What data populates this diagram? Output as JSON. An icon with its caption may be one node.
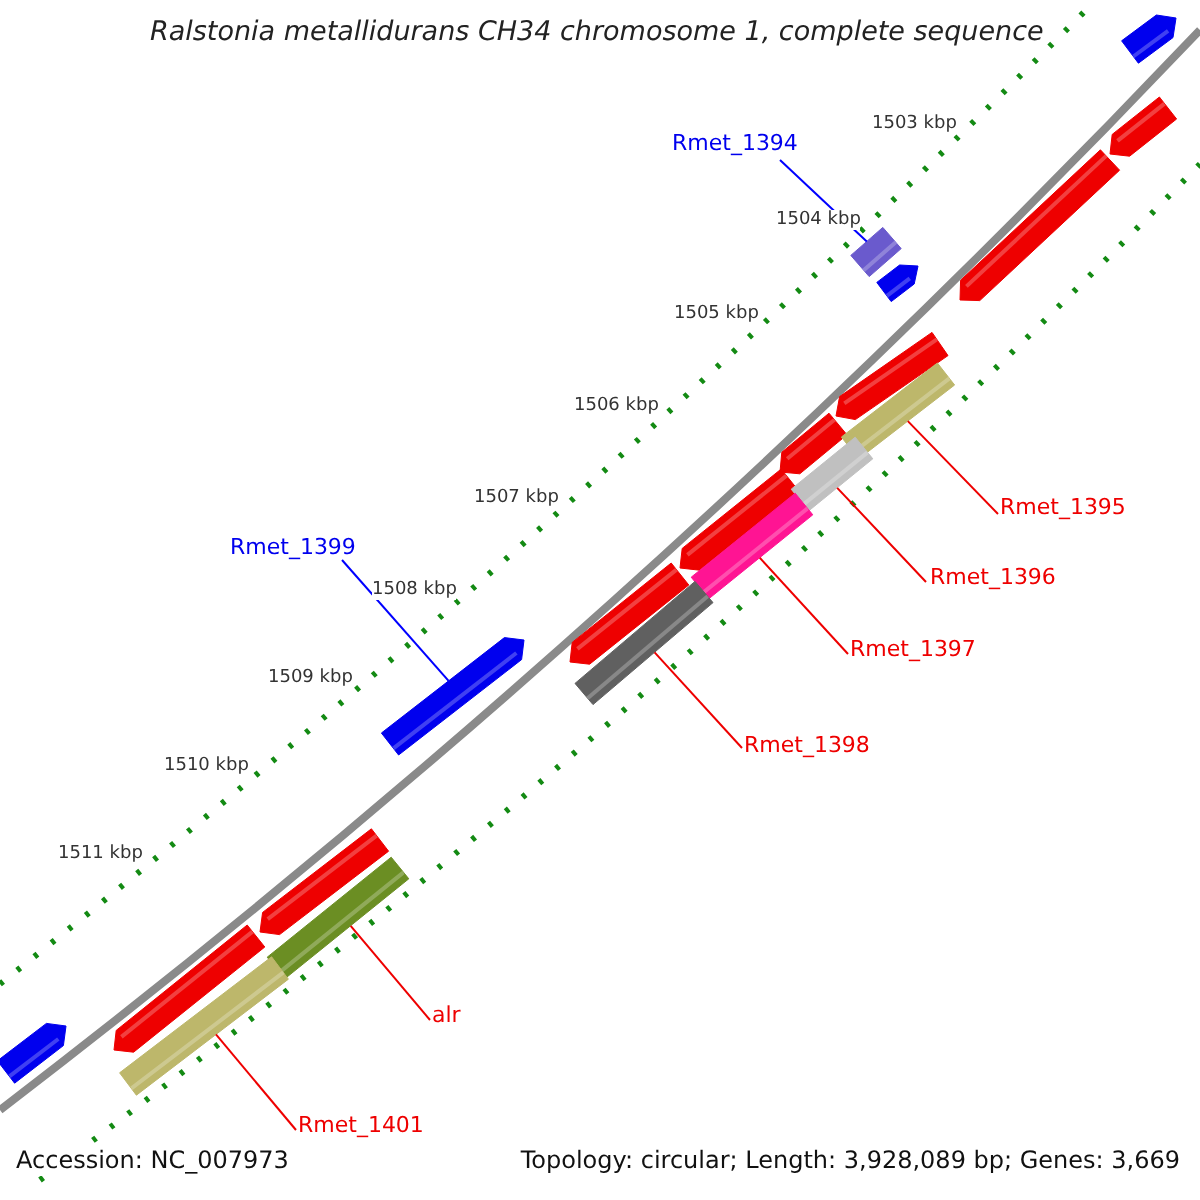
{
  "diagram": {
    "title": "Ralstonia metallidurans CH34 chromosome 1, complete sequence",
    "nodes": [
      {
        "text": [
          "Rmet_1394"
        ]
      },
      {
        "text": [],
        "shape": "box"
      },
      {
        "text": [
          "Rmet_1395"
        ]
      },
      {
        "text": [],
        "shape": "bar"
      },
      {
        "text": [
          "Rmet_1396"
        ]
      },
      {
        "text": [],
        "shape": "bar"
      },
      {
        "text": [
          "Rmet_1397"
        ]
      },
      {
        "text": [],
        "shape": "bar"
      },
      {
        "text": [
          "Rmet_1398"
        ]
      },
      {
        "text": [],
        "shape": "bar"
      },
      {
        "text": [
          "Rmet_1399"
        ]
      },
      {
        "text": [],
        "shape": "bar"
      },
      {
        "text": [
          "alr"
        ]
      },
      {
        "text": [],
        "shape": "bar"
      },
      {
        "text": [
          "Rmet_1401"
        ]
      },
      {
        "text": [],
        "shape": "bar"
      }
    ],
    "edges": [
      {
        "from": 0,
        "to": 1,
        "arrow": "none",
        "color": "#0000ff"
      },
      {
        "from": 2,
        "to": 3,
        "arrow": "none"
      },
      {
        "from": 4,
        "to": 5,
        "arrow": "none"
      },
      {
        "from": 6,
        "to": 7,
        "arrow": "none"
      },
      {
        "from": 8,
        "to": 9,
        "arrow": "none"
      },
      {
        "from": 10,
        "to": 11,
        "arrow": "none",
        "color": "#0000ff"
      },
      {
        "from": 12,
        "to": 13,
        "arrow": "none"
      },
      {
        "from": 14,
        "to": 15,
        "arrow": "none"
      }
    ],
    "labels": [
      "1503 kbp",
      "1504 kbp",
      "1505 kbp",
      "1506 kbp",
      "1507 kbp",
      "1508 kbp",
      "1509 kbp",
      "1510 kbp",
      "1511 kbp",
      "Accession: NC_007973",
      "Topology: circular; Length: 3,928,089 bp; Genes: 3,669"
    ]
  }
}
